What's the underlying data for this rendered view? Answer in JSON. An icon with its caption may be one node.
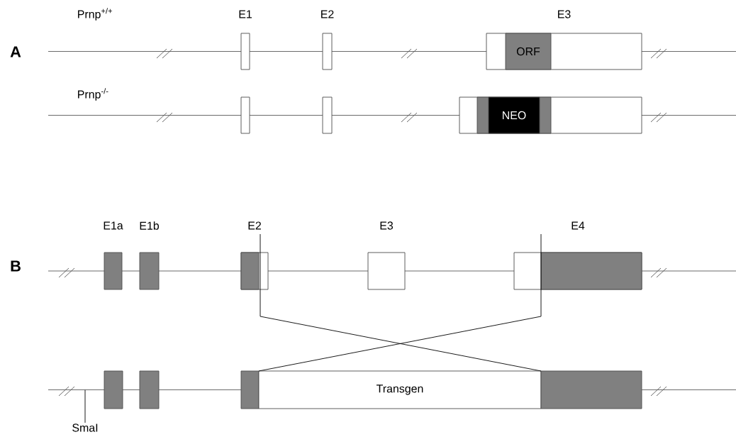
{
  "diagram": {
    "nodes": [
      {
        "text": [
          "E1"
        ]
      },
      {
        "text": [
          "E2"
        ]
      },
      {
        "text": [
          "E3"
        ]
      },
      {
        "text": [
          "ORF"
        ],
        "in": 2
      },
      {
        "text": [],
        "shape": "box"
      },
      {
        "text": [],
        "shape": "box"
      },
      {
        "text": [],
        "shape": "box"
      },
      {
        "text": [],
        "shape": "box",
        "in": 6
      },
      {
        "text": [
          "NEO"
        ],
        "in": 7
      },
      {
        "text": [
          "E1a"
        ]
      },
      {
        "text": [
          "E1b"
        ]
      },
      {
        "text": [
          "E2"
        ]
      },
      {
        "text": [
          "E3"
        ]
      },
      {
        "text": [
          "E4"
        ]
      },
      {
        "text": [],
        "shape": "box"
      },
      {
        "text": [],
        "shape": "box"
      },
      {
        "text": [],
        "shape": "box"
      },
      {
        "text": [
          "Transgen"
        ]
      },
      {
        "text": [],
        "shape": "box"
      },
      {
        "text": [
          "SmaI"
        ]
      }
    ],
    "edges": [
      {
        "from": 11,
        "to": 17,
        "arrow": "none"
      },
      {
        "from": 13,
        "to": 17,
        "arrow": "none"
      },
      {
        "from": 19,
        "to": null,
        "arrow": "none"
      },
      {
        "from": null,
        "to": 0,
        "arrow": "none"
      },
      {
        "from": 0,
        "to": 1,
        "arrow": "none"
      },
      {
        "from": 1,
        "to": 2,
        "arrow": "none"
      },
      {
        "from": 2,
        "to": null,
        "arrow": "none"
      },
      {
        "from": null,
        "to": 4,
        "arrow": "none"
      },
      {
        "from": 4,
        "to": 5,
        "arrow": "none"
      },
      {
        "from": 5,
        "to": 6,
        "arrow": "none"
      },
      {
        "from": 6,
        "to": null,
        "arrow": "none"
      },
      {
        "from": null,
        "to": 9,
        "arrow": "none"
      },
      {
        "from": 9,
        "to": 10,
        "arrow": "none"
      },
      {
        "from": 10,
        "to": 11,
        "arrow": "none"
      },
      {
        "from": 11,
        "to": 12,
        "arrow": "none"
      },
      {
        "from": 12,
        "to": 13,
        "arrow": "none"
      },
      {
        "from": 13,
        "to": null,
        "arrow": "none"
      },
      {
        "from": null,
        "to": 14,
        "arrow": "none"
      },
      {
        "from": 14,
        "to": 15,
        "arrow": "none"
      },
      {
        "from": 15,
        "to": 16,
        "arrow": "none"
      },
      {
        "from": 18,
        "to": null,
        "arrow": "none"
      }
    ],
    "labels": [
      "A",
      "Prnp$^{+/+}$",
      "Prnp$^{-/-}$",
      "B"
    ]
  }
}
